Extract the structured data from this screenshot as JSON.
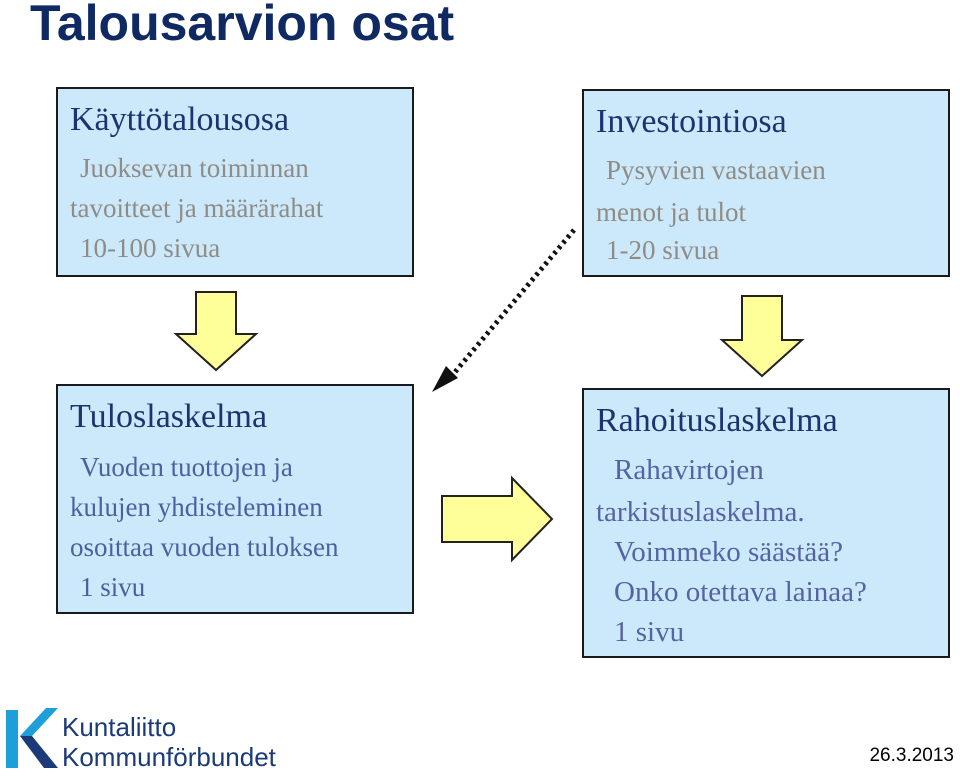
{
  "title": "Talousarvion osat",
  "boxes": {
    "kayttotalous": {
      "heading": "Käyttötalousosa",
      "lines": [
        "Juoksevan toiminnan",
        "tavoitteet ja määrärahat",
        "10-100 sivua"
      ]
    },
    "investointi": {
      "heading": "Investointiosa",
      "lines": [
        "Pysyvien vastaavien",
        "menot ja tulot",
        "1-20 sivua"
      ]
    },
    "tuloslaskelma": {
      "heading": "Tuloslaskelma",
      "lines": [
        "Vuoden tuottojen ja",
        "kulujen yhdisteleminen",
        "osoittaa vuoden tuloksen",
        "1 sivu"
      ]
    },
    "rahoituslaskelma": {
      "heading": "Rahoituslaskelma",
      "lines": [
        "Rahavirtojen",
        "tarkistuslaskelma.",
        "Voimmeko säästää?",
        "Onko otettava lainaa?",
        "1 sivu"
      ]
    }
  },
  "logo": {
    "line1": "Kuntaliitto",
    "line2": "Kommunförbundet"
  },
  "date": "26.3.2013",
  "colors": {
    "title": "#0f2a63",
    "box_fill": "#cce9fb",
    "arrow_fill": "#ffff99",
    "heading": "#1e3270"
  }
}
